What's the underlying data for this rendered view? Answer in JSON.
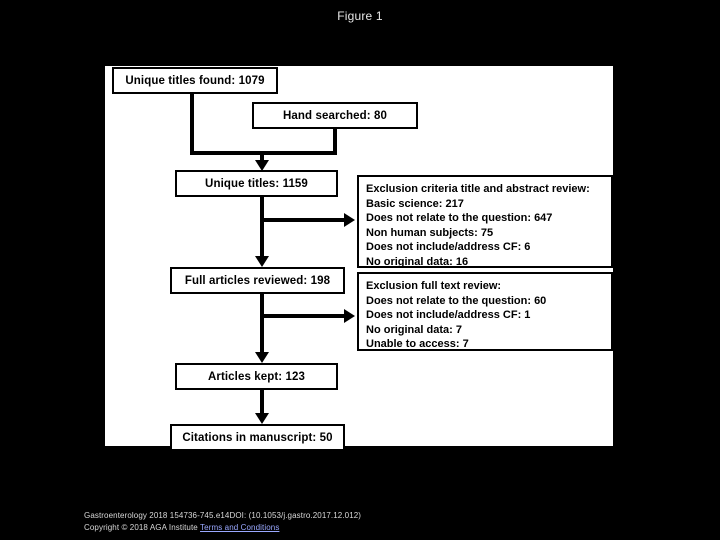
{
  "figure": {
    "title": "Figure 1"
  },
  "flow": {
    "boxes": [
      {
        "id": "unique-titles-found",
        "label": "Unique titles found: 1079"
      },
      {
        "id": "hand-searched",
        "label": "Hand searched: 80"
      },
      {
        "id": "unique-titles",
        "label": "Unique titles: 1159"
      },
      {
        "id": "full-articles-reviewed",
        "label": "Full articles reviewed: 198"
      },
      {
        "id": "articles-kept",
        "label": "Articles kept: 123"
      },
      {
        "id": "citations-in-manuscript",
        "label": "Citations in manuscript: 50"
      }
    ],
    "exclusion_title_abstract": {
      "heading": "Exclusion criteria title and abstract review:",
      "items": [
        "Basic science: 217",
        "Does not relate to the question: 647",
        "Non human subjects: 75",
        "Does not include/address CF: 6",
        "No original data: 16"
      ]
    },
    "exclusion_full_text": {
      "heading": "Exclusion full text review:",
      "items": [
        "Does not relate to the question: 60",
        "Does not include/address CF: 1",
        "No original data: 7",
        "Unable to access: 7"
      ]
    }
  },
  "footer": {
    "citation": "Gastroenterology 2018 154736-745.e14DOI: (10.1053/j.gastro.2017.12.012)",
    "copyright": "Copyright © 2018 AGA Institute",
    "terms_link": "Terms and Conditions"
  },
  "colors": {
    "background": "#000000",
    "panel": "#ffffff",
    "stroke": "#000000",
    "title_text": "#e8e8e8",
    "footer_text": "#d8d8d8",
    "link": "#9aa8ff"
  }
}
